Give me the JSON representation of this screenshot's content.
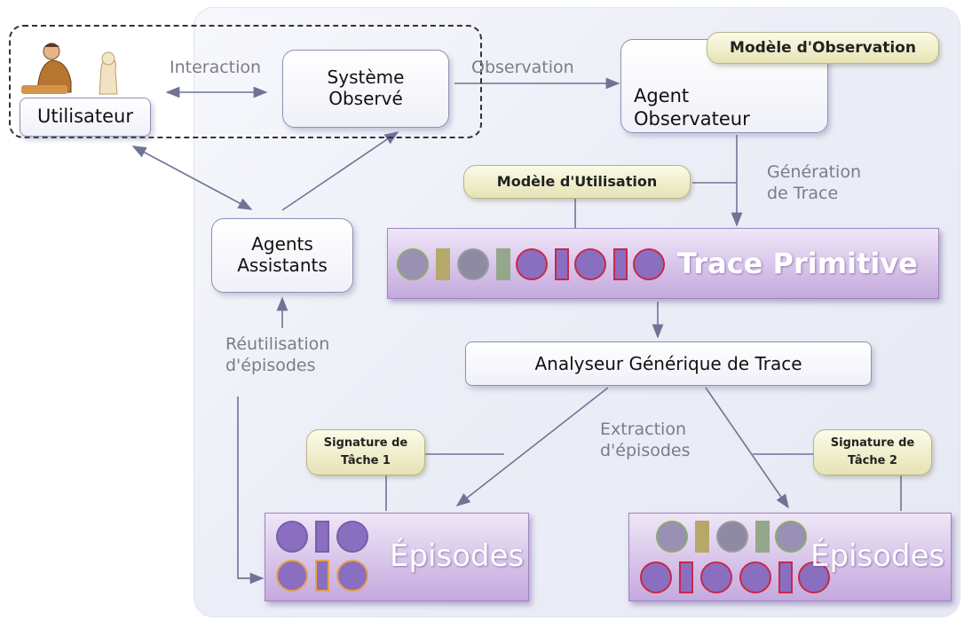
{
  "nodes": {
    "utilisateur": "Utilisateur",
    "systeme_observe": "Système\nObservé",
    "agent_observateur": "Agent\nObservateur",
    "agents_assistants": "Agents\nAssistants",
    "analyseur": "Analyseur Générique de Trace"
  },
  "notes": {
    "modele_observation": "Modèle d'Observation",
    "modele_utilisation": "Modèle d'Utilisation",
    "signature_1": "Signature de\nTâche 1",
    "signature_2": "Signature de\nTâche 2"
  },
  "edge_labels": {
    "interaction": "Interaction",
    "observation": "Observation",
    "generation": "Génération\nde Trace",
    "reutilisation": "Réutilisation\nd'épisodes",
    "extraction": "Extraction\nd'épisodes"
  },
  "bands": {
    "trace_primitive": "Trace  Primitive",
    "episodes_left": "Épisodes",
    "episodes_right": "Épisodes"
  },
  "colors": {
    "box_border": "#8d90b6",
    "note_fill": "#e6e3b5",
    "band_fill": "#c4a9de",
    "glyph_purple": "#8a6fc0",
    "glyph_red": "#c8284a",
    "glyph_gray": "#8f8f95",
    "glyph_green": "#9bbf6a",
    "glyph_orange": "#e8a24a"
  }
}
